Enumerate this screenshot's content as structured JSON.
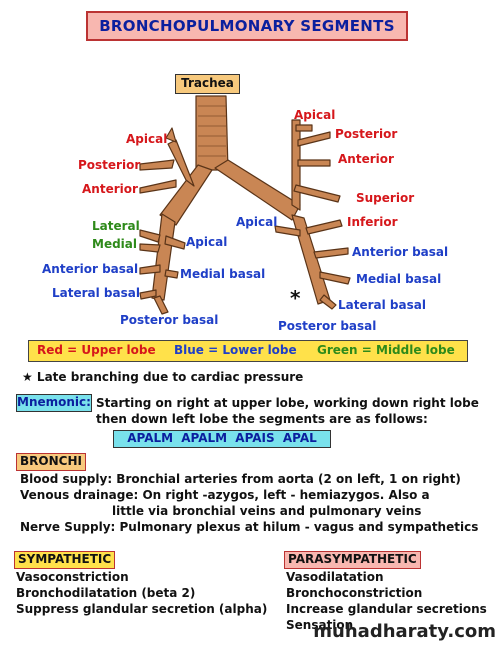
{
  "title": "BRONCHOPULMONARY SEGMENTS",
  "trachea": "Trachea",
  "right_lung": {
    "apical": "Apical",
    "posterior": "Posterior",
    "anterior": "Anterior",
    "lateral": "Lateral",
    "medial": "Medial",
    "apical_lower": "Apical",
    "anterior_basal": "Anterior basal",
    "medial_basal": "Medial basal",
    "lateral_basal": "Lateral basal",
    "posterior_basal": "Posteror basal"
  },
  "left_lung": {
    "apical": "Apical",
    "posterior": "Posterior",
    "anterior": "Anterior",
    "superior": "Superior",
    "inferior": "Inferior",
    "apical_lower": "Apical",
    "anterior_basal": "Anterior basal",
    "medial_basal": "Medial basal",
    "lateral_basal": "Lateral basal",
    "posterior_basal": "Posteror basal",
    "star": "*"
  },
  "legend": {
    "red": "Red = Upper lobe",
    "blue": "Blue = Lower lobe",
    "green": "Green = Middle lobe"
  },
  "note": "★ Late branching due to cardiac pressure",
  "mnemonic": {
    "tag": "Mnemonic:",
    "line1": "Starting on right at upper lobe, working down right lobe",
    "line2": "then down left lobe the segments are as follows:",
    "code": "APALM  APALM  APAIS  APAL"
  },
  "bronchi": {
    "tag": "BRONCHI",
    "line1": "Blood supply: Bronchial arteries from aorta (2 on left, 1 on right)",
    "line2": "Venous drainage: On right -azygos, left - hemiazygos. Also a",
    "line3": "little via bronchial veins and pulmonary veins",
    "line4": "Nerve Supply: Pulmonary plexus at hilum - vagus and sympathetics"
  },
  "sympathetic": {
    "tag": "SYMPATHETIC",
    "items": [
      "Vasoconstriction",
      "Bronchodilatation (beta 2)",
      "Suppress glandular secretion (alpha)"
    ]
  },
  "parasympathetic": {
    "tag": "PARASYMPATHETIC",
    "items": [
      "Vasodilatation",
      "Bronchoconstriction",
      "Increase glandular secretions",
      "Sensation"
    ]
  },
  "watermark": "muhadharaty.com",
  "colors": {
    "upper": "#d6171b",
    "lower": "#1f3fc7",
    "middle": "#2e8a1a",
    "airway": "#c98654"
  }
}
